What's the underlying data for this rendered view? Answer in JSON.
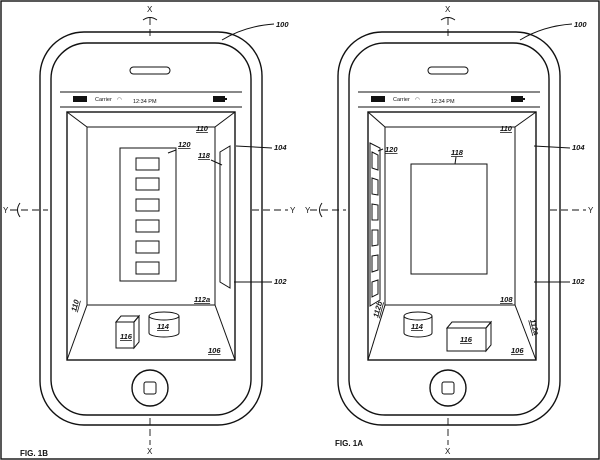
{
  "figure_b": {
    "caption": "FIG. 1B",
    "status": {
      "carrier": "Carrier",
      "time": "12:34 PM"
    },
    "axes": {
      "top": "X",
      "bottom": "X",
      "left": "Y",
      "right": "Y"
    },
    "labels": {
      "device": "100",
      "screen": "102",
      "display_edge": "104",
      "wall_top": "110",
      "floor": "106",
      "floor_edge": "112a",
      "wall_left": "110",
      "panel": "120",
      "side_panel": "118",
      "cylinder": "114",
      "cube": "116"
    }
  },
  "figure_a": {
    "caption": "FIG. 1A",
    "status": {
      "carrier": "Carrier",
      "time": "12:34 PM"
    },
    "axes": {
      "top": "X",
      "bottom": "X",
      "left": "Y",
      "right": "Y"
    },
    "labels": {
      "device": "100",
      "screen": "102",
      "display_edge": "104",
      "wall_top": "110",
      "floor": "106",
      "floor_edge": "108",
      "wall_left": "112b",
      "wall_right": "112a",
      "panel": "118",
      "side_panel": "120",
      "cylinder": "114",
      "cube": "116"
    }
  }
}
